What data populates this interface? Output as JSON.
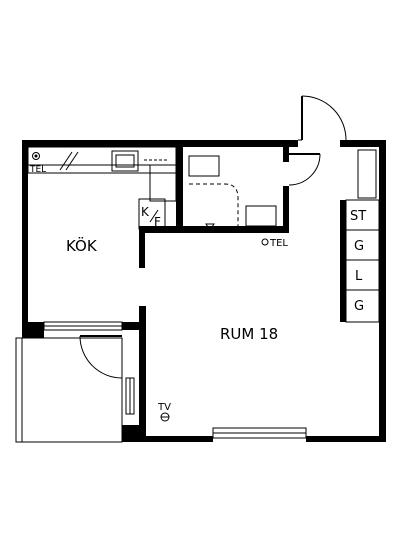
{
  "rooms": {
    "kitchen": "KÖK",
    "living": "RUM 18"
  },
  "symbols": {
    "tel_kitchen": "TEL",
    "tel_room": "TEL",
    "tv": "TV",
    "kf_k": "K",
    "kf_f": "F"
  },
  "wardrobes": [
    "ST",
    "G",
    "L",
    "G"
  ],
  "colors": {
    "wall": "#000000",
    "background": "#ffffff"
  }
}
